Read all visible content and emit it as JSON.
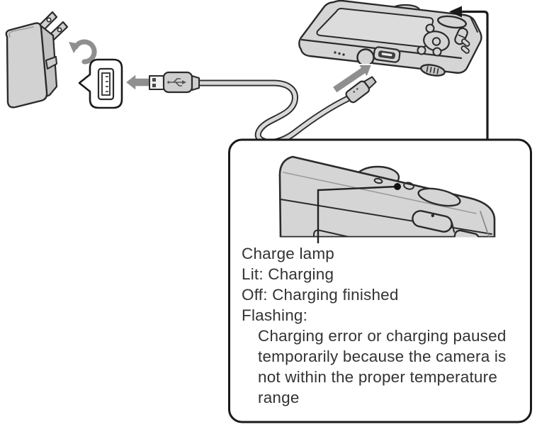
{
  "illustration": {
    "kind": "camera-usb-charging-diagram",
    "icons": {
      "rotate_plug": "curved-rotate-arrow",
      "insert_usb_a": "left-arrow",
      "insert_micro_usb": "diagonal-up-right-arrow",
      "callout_pointer": "bent-arrow-left",
      "charge_lamp": "small-dot-indicator"
    }
  },
  "callout": {
    "lines": [
      "Charge lamp",
      "Lit: Charging",
      "Off: Charging finished",
      "Flashing:"
    ],
    "flashing_detail_lines": [
      "Charging error or charging paused",
      "temporarily because the camera is",
      "not within the proper temperature",
      "range"
    ]
  },
  "colors": {
    "outline": "#2b2b2b",
    "body_gray": "#d5d5d5",
    "side_gray": "#c2c2c2",
    "arrow_gray": "#8f8f8f",
    "text": "#333333",
    "background": "#ffffff"
  }
}
